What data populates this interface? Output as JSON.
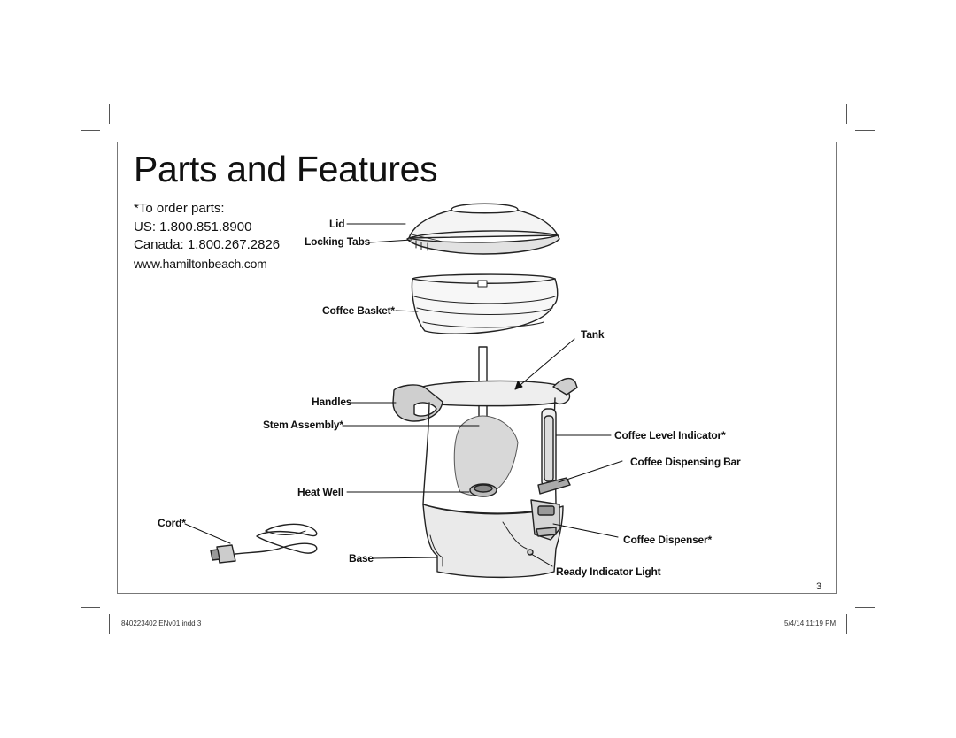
{
  "page": {
    "title": "Parts and Features",
    "page_number": "3"
  },
  "order_parts": {
    "heading": "*To order parts:",
    "us": "US: 1.800.851.8900",
    "canada": "Canada: 1.800.267.2826",
    "website": "www.hamiltonbeach.com"
  },
  "labels": {
    "lid": "Lid",
    "locking_tabs": "Locking Tabs",
    "coffee_basket": "Coffee Basket*",
    "tank": "Tank",
    "handles": "Handles",
    "stem_assembly": "Stem Assembly*",
    "coffee_level_indicator": "Coffee Level Indicator*",
    "coffee_dispensing_bar": "Coffee Dispensing Bar",
    "heat_well": "Heat Well",
    "cord": "Cord*",
    "coffee_dispenser": "Coffee Dispenser*",
    "base": "Base",
    "ready_indicator_light": "Ready Indicator Light"
  },
  "footer": {
    "file": "840223402 ENv01.indd   3",
    "datetime": "5/4/14   11:19 PM"
  }
}
